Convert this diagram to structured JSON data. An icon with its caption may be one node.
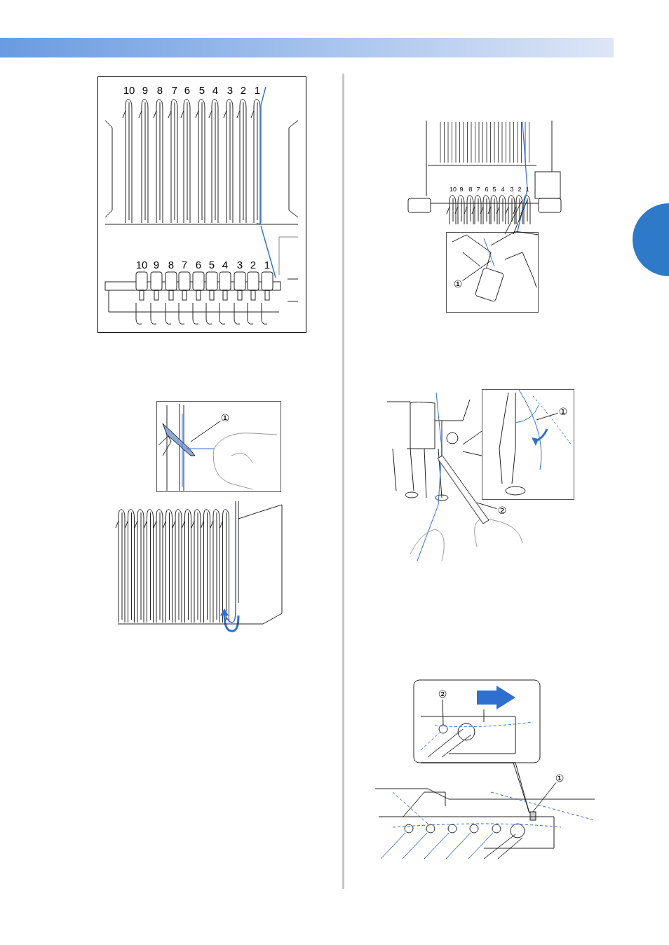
{
  "diagram": {
    "nodes": [
      {
        "text": [
          "①"
        ]
      },
      {
        "text": [
          "①"
        ]
      },
      {
        "text": [
          "①"
        ]
      },
      {
        "text": [
          "②"
        ]
      },
      {
        "text": [
          "②"
        ]
      },
      {
        "text": [
          "①"
        ]
      },
      {
        "text": [],
        "shape": "circle"
      },
      {
        "text": [],
        "shape": "picture"
      },
      {
        "text": [],
        "shape": "circle"
      },
      {
        "text": [],
        "shape": "box"
      }
    ],
    "edges": [
      {
        "from": 0,
        "to": null,
        "arrow": "none"
      },
      {
        "from": 1,
        "to": null,
        "arrow": "none"
      },
      {
        "from": 2,
        "to": null,
        "arrow": "none"
      },
      {
        "from": 3,
        "to": 7,
        "arrow": "none"
      },
      {
        "from": 4,
        "to": 8,
        "arrow": "none"
      },
      {
        "from": 5,
        "to": 9,
        "arrow": "none"
      }
    ],
    "labels": [
      "10",
      "9",
      "8",
      "7",
      "6",
      "5",
      "4",
      "3",
      "2",
      "1",
      "10",
      "9",
      "8",
      "7",
      "6",
      "5",
      "4",
      "3",
      "2",
      "1",
      "10",
      "9",
      "8",
      "7",
      "6",
      "5",
      "4",
      "3",
      "2",
      "1"
    ]
  }
}
